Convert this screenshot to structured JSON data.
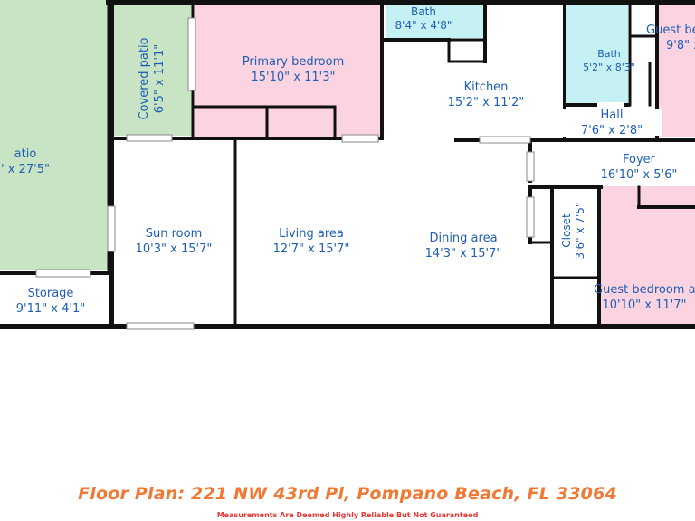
{
  "colors": {
    "wall": "#111111",
    "patio_fill": "#c9e3c5",
    "bedroom_fill": "#fcd3e1",
    "bath_fill": "#c6f1f4",
    "label": "#1f5fb4",
    "title": "#f07a35",
    "disclaimer": "#e53935"
  },
  "rooms": {
    "patio": {
      "name": "atio",
      "dims": "' x 27'5\""
    },
    "covered_patio": {
      "name": "Covered patio",
      "dims": "6'5\" x 11'1\""
    },
    "primary_bedroom": {
      "name": "Primary bedroom",
      "dims": "15'10\" x 11'3\""
    },
    "bath_1": {
      "name": "Bath",
      "dims": "8'4\" x 4'8\""
    },
    "kitchen": {
      "name": "Kitchen",
      "dims": "15'2\" x 11'2\""
    },
    "bath_2": {
      "name": "Bath",
      "dims": "5'2\" x 8'3\""
    },
    "hall": {
      "name": "Hall",
      "dims": "7'6\" x 2'8\""
    },
    "guest_bedroom_1": {
      "name": "Guest be",
      "dims": "9'8\" x"
    },
    "foyer": {
      "name": "Foyer",
      "dims": "16'10\" x 5'6\""
    },
    "sun_room": {
      "name": "Sun room",
      "dims": "10'3\" x 15'7\""
    },
    "living_area": {
      "name": "Living area",
      "dims": "12'7\" x 15'7\""
    },
    "dining_area": {
      "name": "Dining area",
      "dims": "14'3\" x 15'7\""
    },
    "closet": {
      "name": "Closet",
      "dims": "3'6\" x 7'5\""
    },
    "guest_bedroom_2": {
      "name": "Guest bedroom a",
      "dims": "10'10\" x 11'7\""
    },
    "storage": {
      "name": "Storage",
      "dims": "9'11\" x 4'1\""
    }
  },
  "footer": {
    "title": "Floor Plan: 221 NW 43rd Pl, Pompano Beach, FL 33064",
    "disclaimer": "Measurements Are Deemed Highly Reliable But Not Guaranteed"
  }
}
